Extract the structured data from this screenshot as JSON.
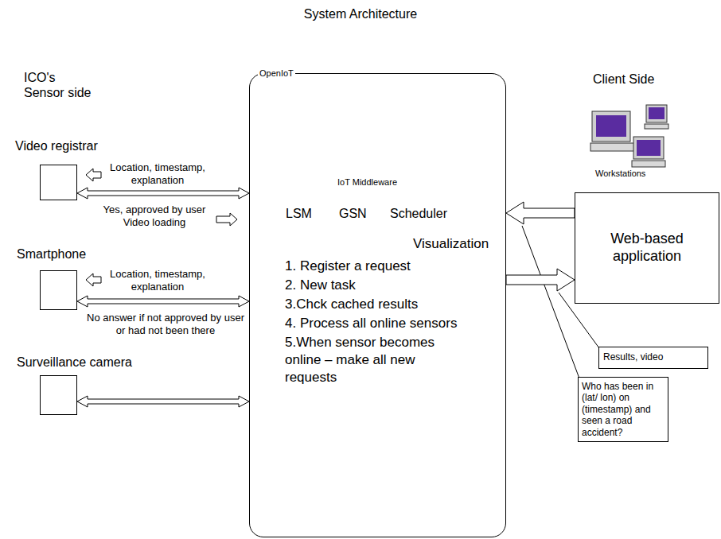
{
  "diagram": {
    "title": "System Architecture",
    "nodes": [
      {
        "text": [
          "Video registrar"
        ]
      },
      {
        "text": [
          "Smartphone"
        ]
      },
      {
        "text": [
          "Surveillance camera"
        ]
      },
      {
        "text": [
          "OpenIoT",
          "IoT Middleware",
          "LSM",
          "GSN",
          "Scheduler",
          "Visualization",
          "1. Register a request",
          "2. New task",
          "3.Chck cached results",
          "4. Process all online sensors",
          "5.When sensor becomes online – make all new requests"
        ]
      },
      {
        "text": [
          "Web-based application"
        ]
      },
      {
        "text": [
          "Results, video"
        ]
      },
      {
        "text": [
          "Who has been in (lat/ lon) on (timestamp) and seen a road accident?"
        ]
      }
    ],
    "edges": [
      {
        "from": 0,
        "to": 3,
        "arrow": "both"
      },
      {
        "from": 1,
        "to": 3,
        "arrow": "both"
      },
      {
        "from": 2,
        "to": 3,
        "arrow": "both"
      },
      {
        "from": 4,
        "to": 3,
        "arrow": "to"
      },
      {
        "from": 3,
        "to": 4,
        "arrow": "to"
      }
    ],
    "labels": [
      "ICO's Sensor side",
      "Location, timestamp, explanation",
      "Yes, approved by user Video loading",
      "Location, timestamp, explanation",
      "No answer if not approved by user or had not been there",
      "Client Side",
      "Workstations"
    ]
  }
}
